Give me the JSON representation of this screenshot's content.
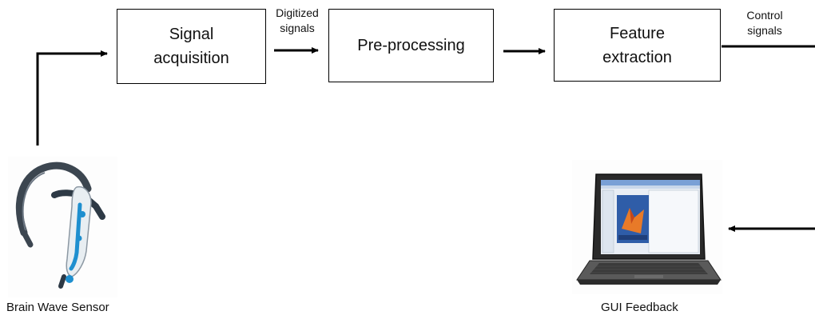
{
  "blocks": {
    "signal_acquisition": [
      "Signal",
      "acquisition"
    ],
    "preprocessing": [
      "Pre-processing"
    ],
    "feature_extraction": [
      "Feature",
      "extraction"
    ]
  },
  "edge_labels": {
    "digitized": [
      "Digitized",
      "signals"
    ],
    "control": [
      "Control",
      "signals"
    ]
  },
  "captions": {
    "sensor": "Brain Wave Sensor",
    "gui": "GUI Feedback"
  },
  "icons": {
    "sensor": "eeg-headset-icon",
    "gui": "laptop-matlab-icon"
  }
}
